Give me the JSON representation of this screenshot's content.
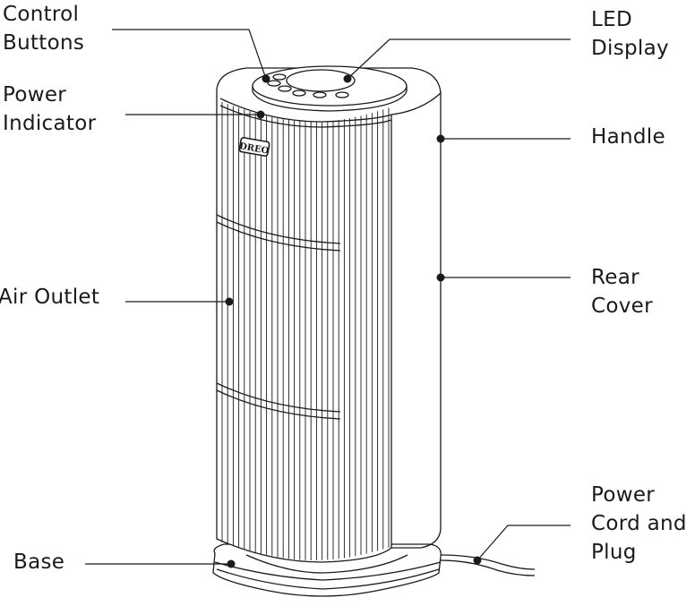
{
  "labels": {
    "control_buttons": "Control\nButtons",
    "led_display": "LED\nDisplay",
    "power_indicator": "Power\nIndicator",
    "handle": "Handle",
    "air_outlet": "Air Outlet",
    "rear_cover": "Rear\nCover",
    "power_cord": "Power\nCord and\nPlug",
    "base": "Base"
  },
  "logo_text": "DREO",
  "colors": {
    "line": "#1a1a1a",
    "background": "#ffffff"
  }
}
